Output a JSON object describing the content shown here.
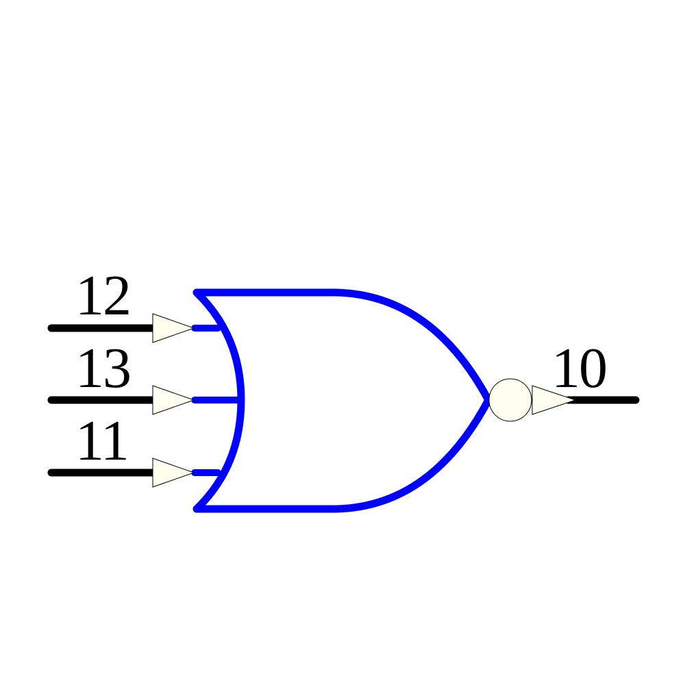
{
  "diagram": {
    "type": "logic-gate-schematic",
    "gate": "NOR",
    "inputs": 3,
    "colors": {
      "gate_body": "#0000ff",
      "wire": "#000000",
      "pin_fill": "#fffff0",
      "pin_stroke": "#000000",
      "background": "#ffffff"
    },
    "pins": {
      "input_a": {
        "label": "12"
      },
      "input_b": {
        "label": "13"
      },
      "input_c": {
        "label": "11"
      },
      "output": {
        "label": "10"
      }
    }
  }
}
